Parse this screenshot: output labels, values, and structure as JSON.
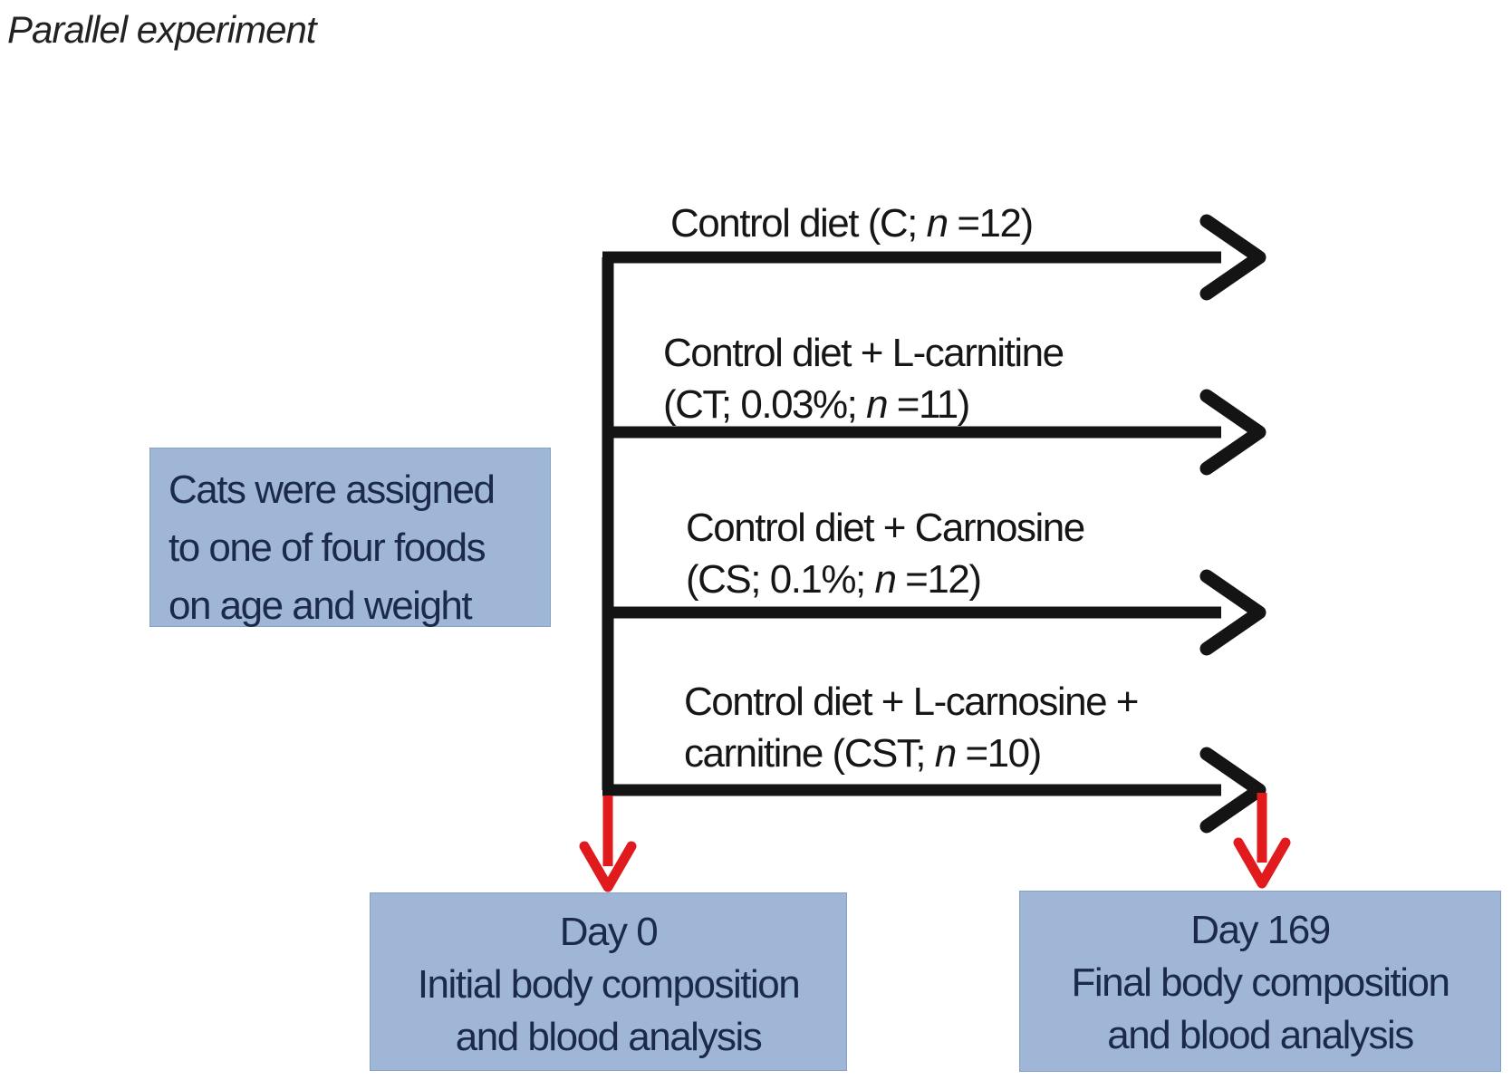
{
  "title": "Parallel experiment",
  "colors": {
    "box_fill": "#9fb6d6",
    "box_text": "#1b2a4a",
    "arrow_black": "#141414",
    "arrow_red": "#e01a1d"
  },
  "assignment_box": {
    "lines": [
      "Cats were assigned",
      "to one of four foods",
      "on age and weight"
    ]
  },
  "diet_arms": [
    {
      "id": "control",
      "line1_parts": [
        {
          "t": "Control diet (C; "
        },
        {
          "t": "n",
          "i": true
        },
        {
          "t": " =12)"
        }
      ]
    },
    {
      "id": "carnitine",
      "line1_parts": [
        {
          "t": "Control diet + L-carnitine"
        }
      ],
      "line2_parts": [
        {
          "t": "(CT; 0.03%; "
        },
        {
          "t": "n",
          "i": true
        },
        {
          "t": " =11)"
        }
      ]
    },
    {
      "id": "carnosine",
      "line1_parts": [
        {
          "t": "Control diet + Carnosine"
        }
      ],
      "line2_parts": [
        {
          "t": "(CS; 0.1%; "
        },
        {
          "t": "n",
          "i": true
        },
        {
          "t": " =12)"
        }
      ]
    },
    {
      "id": "carnosine-carnitine",
      "line1_parts": [
        {
          "t": "Control diet + L-carnosine +"
        }
      ],
      "line2_parts": [
        {
          "t": "carnitine (CST; "
        },
        {
          "t": "n",
          "i": true
        },
        {
          "t": " =10)"
        }
      ]
    }
  ],
  "timepoints": [
    {
      "day": "Day 0",
      "line2": "Initial body composition",
      "line3": "and blood analysis"
    },
    {
      "day": "Day 169",
      "line2": "Final body composition",
      "line3": "and blood analysis"
    }
  ]
}
